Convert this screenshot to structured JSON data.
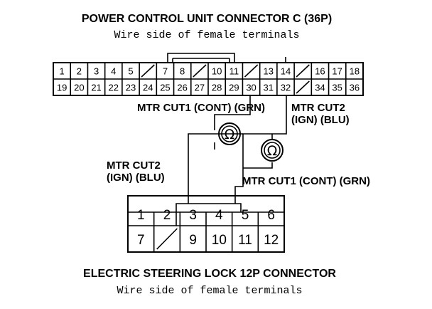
{
  "top_connector": {
    "title": "POWER CONTROL UNIT CONNECTOR C (36P)",
    "subtitle": "Wire side of female terminals",
    "row1": [
      "1",
      "2",
      "3",
      "4",
      "5",
      "",
      "7",
      "8",
      "",
      "10",
      "11",
      "",
      "13",
      "14",
      "",
      "16",
      "17",
      "18"
    ],
    "row2": [
      "19",
      "20",
      "21",
      "22",
      "23",
      "24",
      "25",
      "26",
      "27",
      "28",
      "29",
      "30",
      "31",
      "32",
      "",
      "34",
      "35",
      "36"
    ]
  },
  "bottom_connector": {
    "title": "ELECTRIC STEERING LOCK 12P CONNECTOR",
    "subtitle": "Wire side of female terminals",
    "row1": [
      "1",
      "2",
      "3",
      "4",
      "5",
      "6"
    ],
    "row2": [
      "7",
      "",
      "9",
      "10",
      "11",
      "12"
    ]
  },
  "labels": {
    "upper_left": "MTR CUT1 (CONT) (GRN)",
    "upper_right_1": "MTR CUT2",
    "upper_right_2": "(IGN) (BLU)",
    "lower_left_1": "MTR CUT2",
    "lower_left_2": "(IGN) (BLU)",
    "lower_right": "MTR CUT1 (CONT) (GRN)"
  },
  "meters": {
    "meter1_symbol": "Ω",
    "meter2_symbol": "Ω"
  }
}
